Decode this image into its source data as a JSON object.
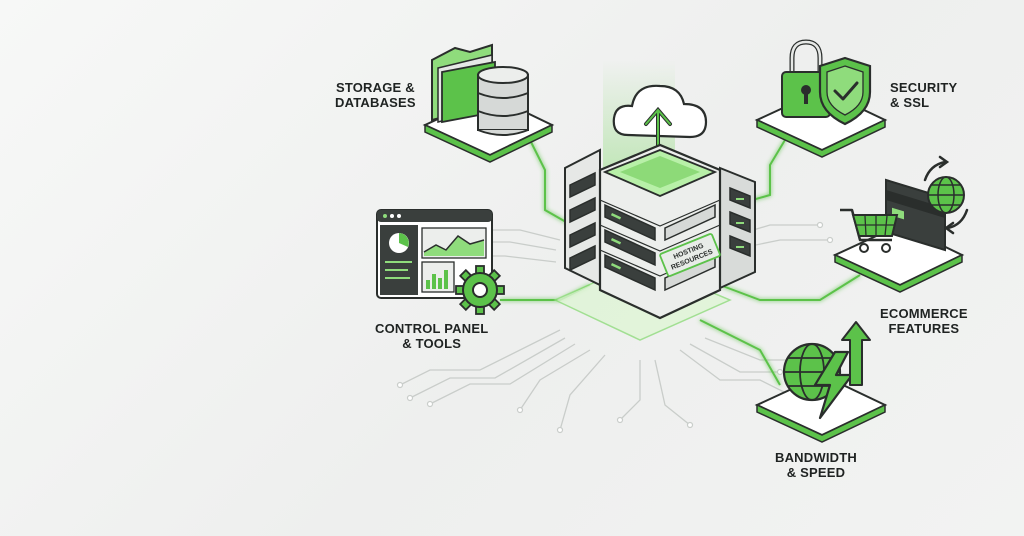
{
  "center": {
    "chip_line1": "HOSTING",
    "chip_line2": "RESOURCES"
  },
  "nodes": {
    "storage": {
      "line1": "STORAGE &",
      "line2": "DATABASES"
    },
    "security": {
      "line1": "SECURITY",
      "line2": "& SSL"
    },
    "control": {
      "line1": "CONTROL PANEL",
      "line2": "& TOOLS"
    },
    "ecommerce": {
      "line1": "ECOMMERCE",
      "line2": "FEATURES"
    },
    "bandwidth": {
      "line1": "BANDWIDTH",
      "line2": "& SPEED"
    }
  },
  "colors": {
    "accent": "#5cc24a",
    "accent_light": "#8fdc7c",
    "accent_glow": "#b8f0a8",
    "outline": "#2a2e2c",
    "server_body": "#e6e8e6",
    "server_dark": "#3a3f3d",
    "circuit": "#c9cdca"
  },
  "icons": {
    "storage": [
      "folder-icon",
      "database-icon"
    ],
    "security": [
      "padlock-icon",
      "shield-check-icon"
    ],
    "center": [
      "cloud-upload-icon",
      "server-rack-icon"
    ],
    "control": [
      "dashboard-window-icon",
      "gear-icon"
    ],
    "ecommerce": [
      "shopping-cart-icon",
      "credit-card-icon",
      "globe-icon",
      "refresh-arrows-icon"
    ],
    "bandwidth": [
      "globe-icon",
      "lightning-bolt-icon",
      "up-arrow-icon"
    ]
  }
}
